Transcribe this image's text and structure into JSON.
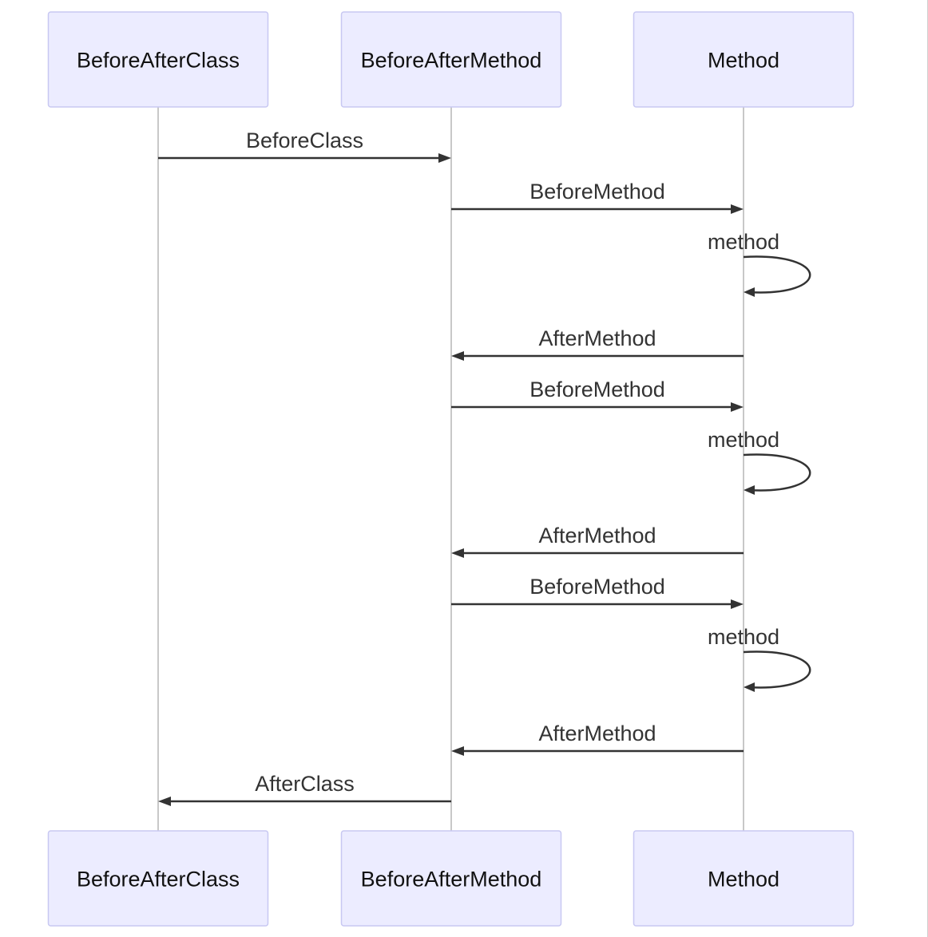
{
  "diagram": {
    "type": "sequence",
    "participants": [
      {
        "id": "BeforeAfterClass",
        "label": "BeforeAfterClass"
      },
      {
        "id": "BeforeAfterMethod",
        "label": "BeforeAfterMethod"
      },
      {
        "id": "Method",
        "label": "Method"
      }
    ],
    "messages": [
      {
        "from": "BeforeAfterClass",
        "to": "BeforeAfterMethod",
        "label": "BeforeClass"
      },
      {
        "from": "BeforeAfterMethod",
        "to": "Method",
        "label": "BeforeMethod"
      },
      {
        "from": "Method",
        "to": "Method",
        "label": "method"
      },
      {
        "from": "Method",
        "to": "BeforeAfterMethod",
        "label": "AfterMethod"
      },
      {
        "from": "BeforeAfterMethod",
        "to": "Method",
        "label": "BeforeMethod"
      },
      {
        "from": "Method",
        "to": "Method",
        "label": "method"
      },
      {
        "from": "Method",
        "to": "BeforeAfterMethod",
        "label": "AfterMethod"
      },
      {
        "from": "BeforeAfterMethod",
        "to": "Method",
        "label": "BeforeMethod"
      },
      {
        "from": "Method",
        "to": "Method",
        "label": "method"
      },
      {
        "from": "Method",
        "to": "BeforeAfterMethod",
        "label": "AfterMethod"
      },
      {
        "from": "BeforeAfterMethod",
        "to": "BeforeAfterClass",
        "label": "AfterClass"
      }
    ]
  },
  "colors": {
    "actor_fill": "#ececff",
    "actor_border": "#c8c8f2",
    "lifeline": "#c8c8c8",
    "message": "#333333"
  }
}
